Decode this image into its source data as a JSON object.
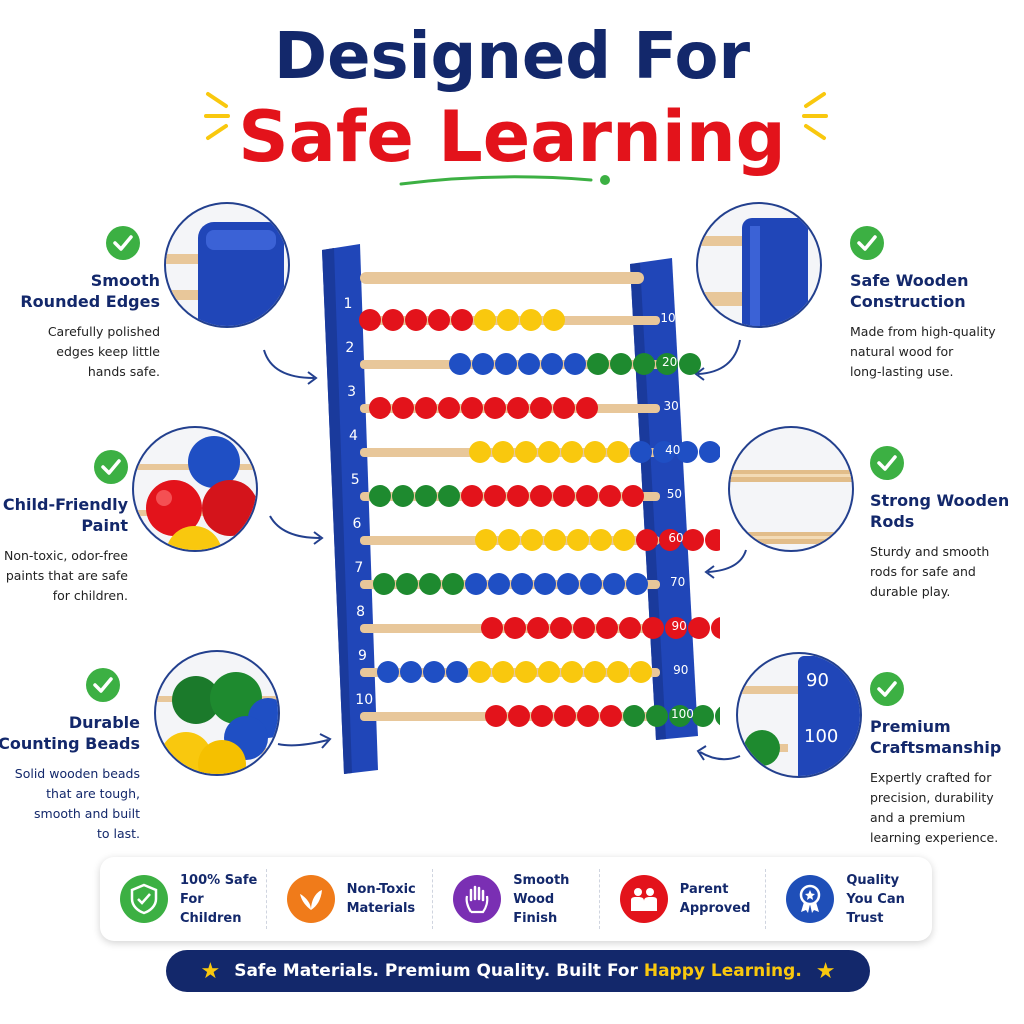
{
  "title": {
    "line1": "Designed For",
    "line2": "Safe Learning"
  },
  "colors": {
    "navy": "#13286b",
    "red": "#e3131b",
    "green": "#3cb043",
    "yellow": "#f9c80e",
    "frame_blue": "#2046b8",
    "orange": "#f07b1a",
    "purple": "#7a2fb3",
    "badge_red": "#e3131b",
    "badge_blue": "#1f4fb8"
  },
  "features_left": [
    {
      "title": "Smooth\nRounded Edges",
      "desc": "Carefully polished\nedges keep little\nhands safe."
    },
    {
      "title": "Child-Friendly\nPaint",
      "desc": "Non-toxic, odor-free\npaints that are safe\nfor children."
    },
    {
      "title": "Durable\nCounting Beads",
      "desc": "Solid wooden beads\nthat are tough,\nsmooth and built\nto last."
    }
  ],
  "features_right": [
    {
      "title": "Safe Wooden\nConstruction",
      "desc": "Made from high-quality\nnatural wood for\nlong-lasting use."
    },
    {
      "title": "Strong Wooden\nRods",
      "desc": "Sturdy and smooth\nrods for safe and\ndurable play."
    },
    {
      "title": "Premium\nCraftsmanship",
      "desc": "Expertly crafted for\nprecision, durability\nand a premium\nlearning experience."
    }
  ],
  "abacus": {
    "left_numbers": [
      "1",
      "2",
      "3",
      "4",
      "5",
      "6",
      "7",
      "8",
      "9",
      "10"
    ],
    "right_numbers": [
      "10",
      "20",
      "30",
      "40",
      "50",
      "60",
      "70",
      "90",
      "90",
      "100"
    ]
  },
  "zoom_labels": {
    "ninety": "90",
    "hundred": "100"
  },
  "badges": [
    {
      "icon": "shield-check-icon",
      "label": "100% Safe\nFor Children"
    },
    {
      "icon": "leaf-icon",
      "label": "Non-Toxic\nMaterials"
    },
    {
      "icon": "hand-icon",
      "label": "Smooth\nWood Finish"
    },
    {
      "icon": "parents-icon",
      "label": "Parent\nApproved"
    },
    {
      "icon": "ribbon-star-icon",
      "label": "Quality\nYou Can Trust"
    }
  ],
  "banner": {
    "text": "Safe Materials. Premium Quality. Built For ",
    "highlight": "Happy Learning."
  }
}
